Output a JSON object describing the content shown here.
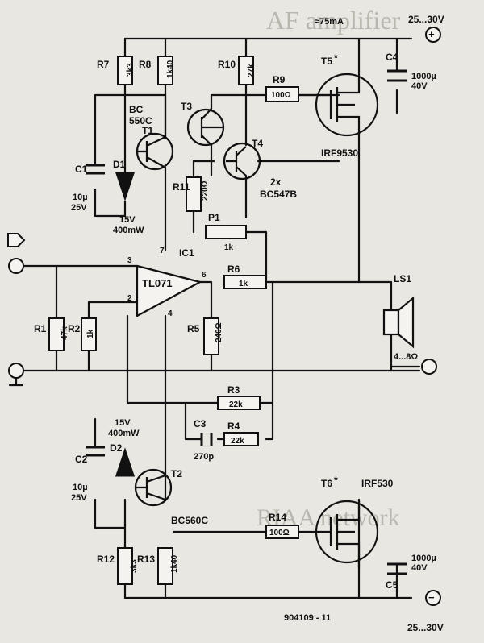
{
  "background": {
    "heading_top": "AF amplifier",
    "heading_bottom": "RIAA network"
  },
  "supply": {
    "current": "≈75mA",
    "pos_voltage": "25...30V",
    "neg_voltage": "25...30V",
    "plus_symbol": "+",
    "minus_symbol": "−"
  },
  "components": {
    "R1": {
      "ref": "R1",
      "value": "47k"
    },
    "R2": {
      "ref": "R2",
      "value": "1k"
    },
    "R3": {
      "ref": "R3",
      "value": "22k"
    },
    "R4": {
      "ref": "R4",
      "value": "22k"
    },
    "R5": {
      "ref": "R5",
      "value": "240Ω"
    },
    "R6": {
      "ref": "R6",
      "value": "1k"
    },
    "R7": {
      "ref": "R7",
      "value": "3k3"
    },
    "R8": {
      "ref": "R8",
      "value": "1k40"
    },
    "R9": {
      "ref": "R9",
      "value": "100Ω"
    },
    "R10": {
      "ref": "R10",
      "value": "27k"
    },
    "R11": {
      "ref": "R11",
      "value": "220Ω"
    },
    "R12": {
      "ref": "R12",
      "value": "3k3"
    },
    "R13": {
      "ref": "R13",
      "value": "1k40"
    },
    "R14": {
      "ref": "R14",
      "value": "100Ω"
    },
    "P1": {
      "ref": "P1",
      "value": "1k"
    },
    "C1": {
      "ref": "C1",
      "value1": "10µ",
      "value2": "25V"
    },
    "C2": {
      "ref": "C2",
      "value1": "10µ",
      "value2": "25V"
    },
    "C3": {
      "ref": "C3",
      "value": "270p"
    },
    "C4": {
      "ref": "C4",
      "value1": "1000µ",
      "value2": "40V"
    },
    "C5": {
      "ref": "C5",
      "value1": "1000µ",
      "value2": "40V"
    },
    "D1": {
      "ref": "D1",
      "value1": "15V",
      "value2": "400mW"
    },
    "D2": {
      "ref": "D2",
      "value1": "15V",
      "value2": "400mW"
    },
    "T1": {
      "ref": "T1",
      "type1": "BC",
      "type2": "550C"
    },
    "T2": {
      "ref": "T2",
      "type": "BC560C"
    },
    "T3T4": {
      "ref3": "T3",
      "ref4": "T4",
      "count": "2x",
      "type": "BC547B"
    },
    "T5": {
      "ref": "T5",
      "star": "*",
      "type": "IRF9530"
    },
    "T6": {
      "ref": "T6",
      "star": "*",
      "type": "IRF530"
    },
    "IC1": {
      "ref": "IC1",
      "type": "TL071",
      "pin2": "2",
      "pin3": "3",
      "pin4": "4",
      "pin6": "6",
      "pin7": "7"
    },
    "LS1": {
      "ref": "LS1",
      "value": "4...8Ω"
    }
  },
  "figure_number": "904109 - 11"
}
